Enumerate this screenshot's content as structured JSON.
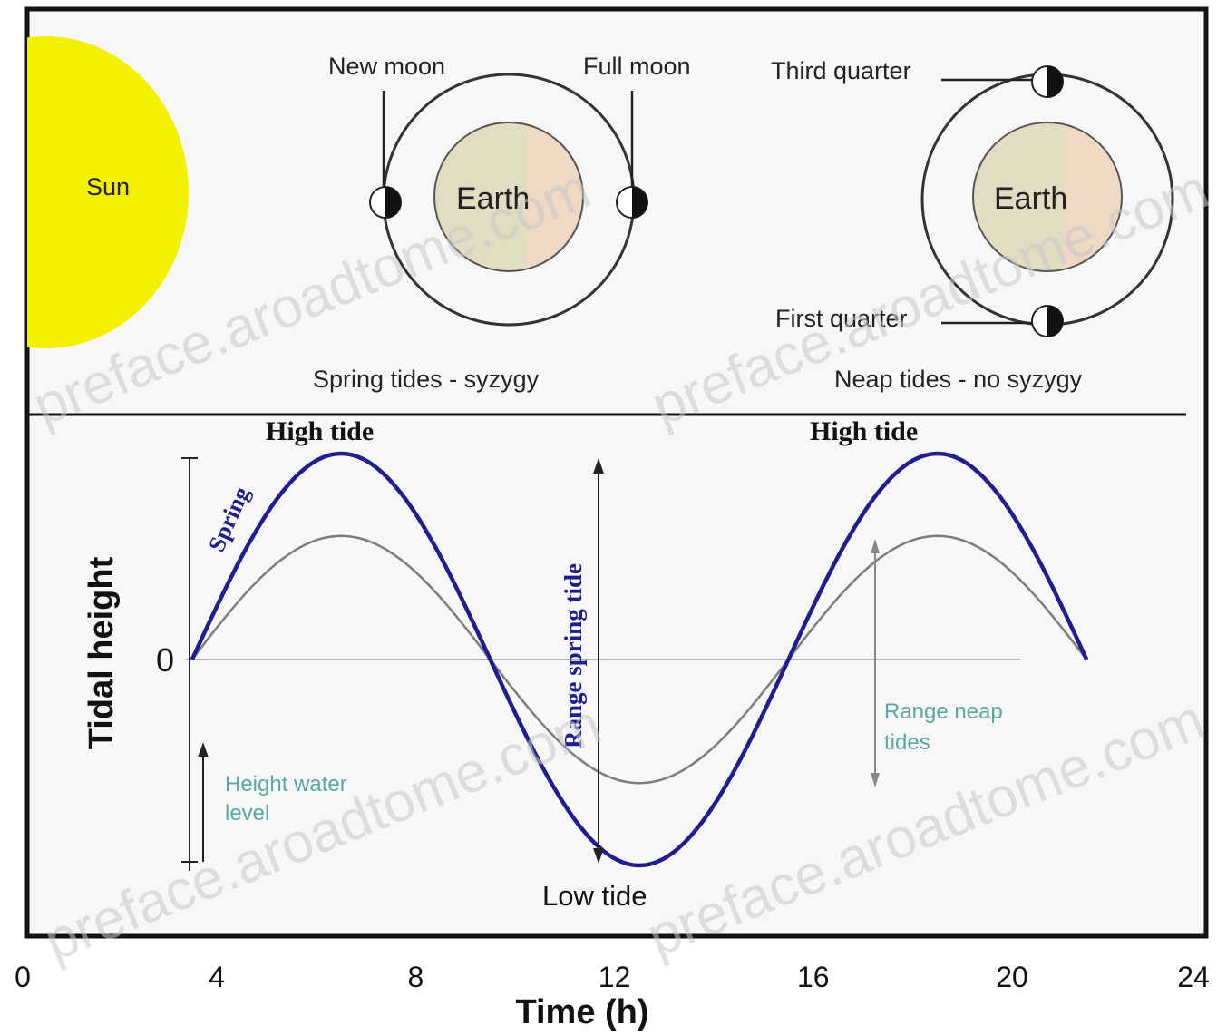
{
  "top_panel": {
    "sun_label": "Sun",
    "new_moon_label": "New moon",
    "full_moon_label": "Full moon",
    "earth_label_spring": "Earth",
    "spring_caption": "Spring tides - syzygy",
    "third_quarter_label": "Third quarter",
    "first_quarter_label": "First quarter",
    "earth_label_neap": "Earth",
    "neap_caption": "Neap tides - no syzygy"
  },
  "colors": {
    "sun": "#f5ef00",
    "earth_fill": "#e2dcc2",
    "earth_lit": "#efd8c4",
    "spring_curve": "#1f1e8c",
    "neap_curve": "#7c7c7c",
    "annotation_teal": "#5aa8a0"
  },
  "chart_data": {
    "type": "line",
    "xlabel": "Time (h)",
    "ylabel": "Tidal height",
    "x_ticks": [
      0,
      4,
      8,
      12,
      16,
      20,
      24
    ],
    "x_tick_labels": [
      "0",
      "4",
      "8",
      "12",
      "16",
      "20",
      "24"
    ],
    "y_zero_label": "0",
    "xlim": [
      0,
      24
    ],
    "series": [
      {
        "name": "Spring",
        "x": [
          3.5,
          6.5,
          9.5,
          12.5,
          15.5,
          18.5,
          21.5
        ],
        "y": [
          0,
          1.0,
          0,
          -1.0,
          0,
          1.0,
          0
        ]
      },
      {
        "x": [
          3.5,
          6.5,
          9.5,
          12.5,
          15.5,
          18.5,
          21.5
        ],
        "y": [
          0,
          0.6,
          0,
          -0.6,
          0,
          0.6,
          0
        ]
      }
    ],
    "annotations": {
      "high_tide_1": "High tide",
      "high_tide_2": "High tide",
      "low_tide": "Low tide",
      "spring_curve_label": "Spring",
      "range_spring_tide": "Range spring tide",
      "range_neap_tides_line1": "Range neap",
      "range_neap_tides_line2": "tides",
      "height_water_line1": "Height water",
      "height_water_line2": "level"
    }
  },
  "watermark": "preface.aroadtome.com"
}
